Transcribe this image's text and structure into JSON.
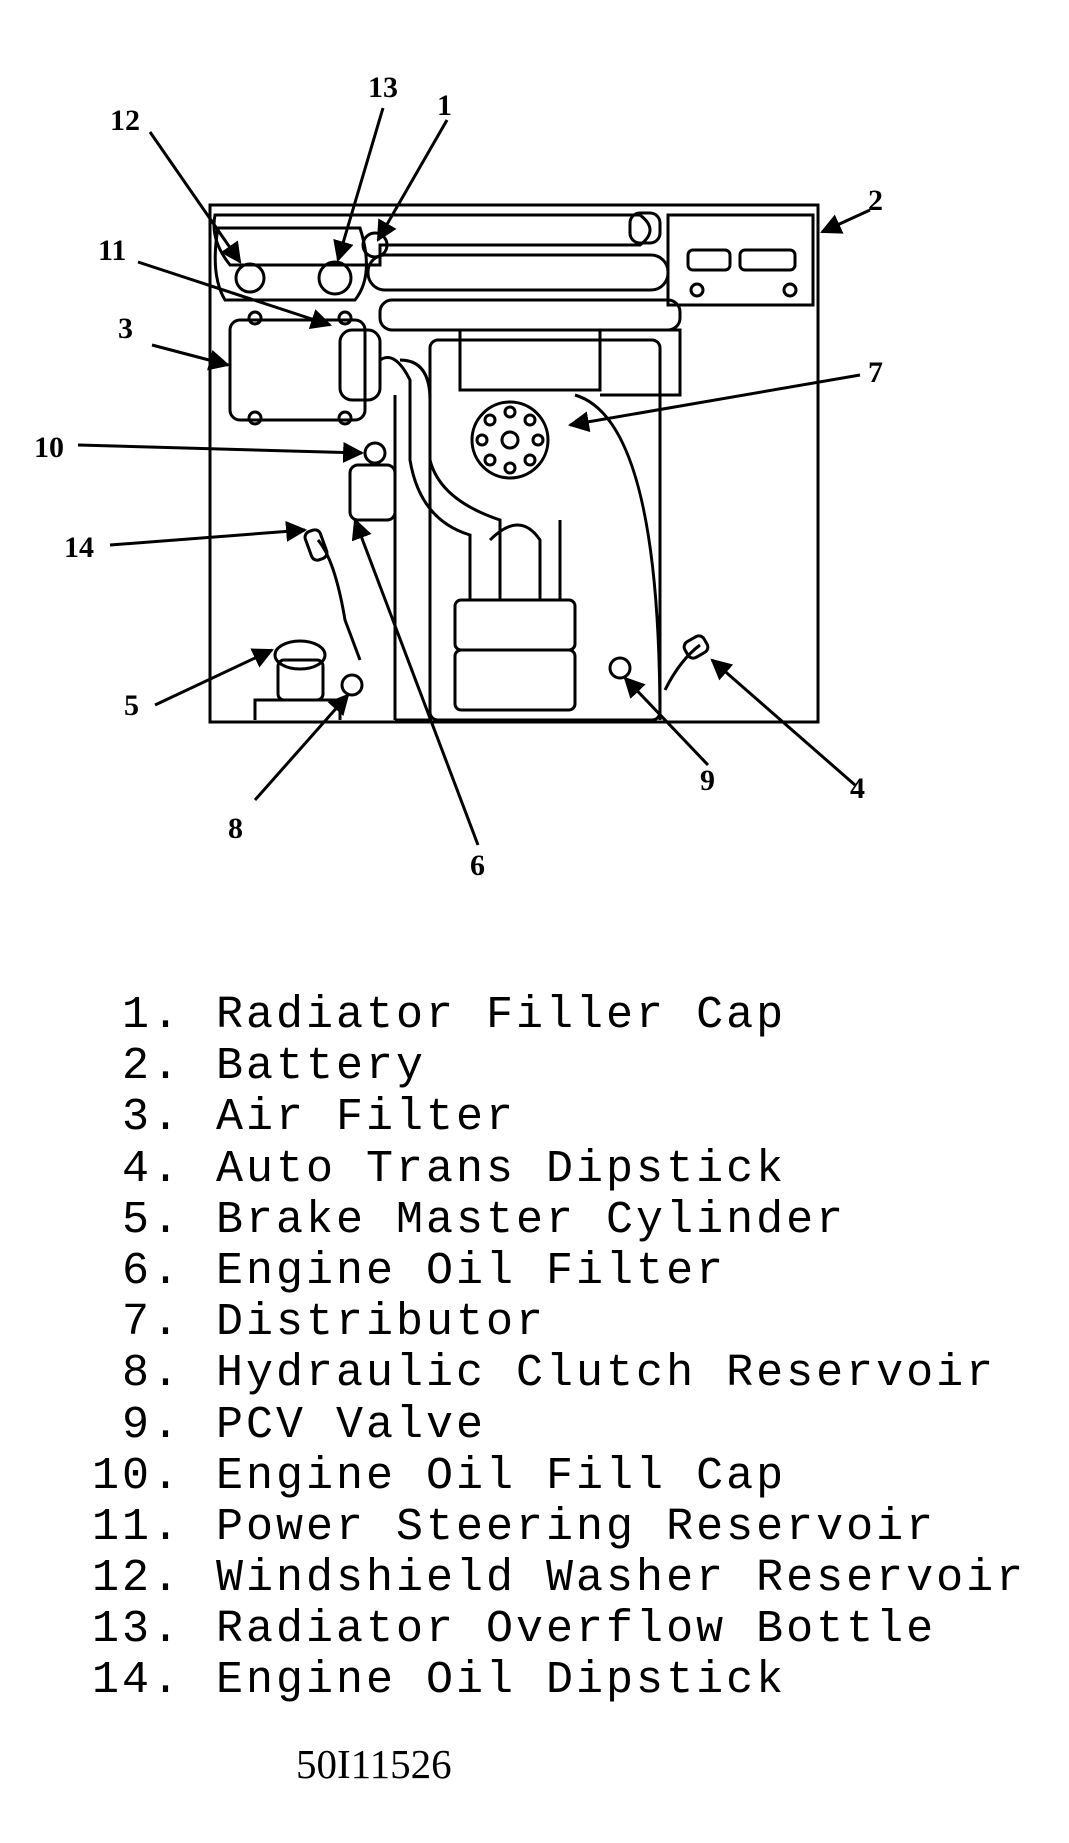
{
  "callouts": [
    "1",
    "2",
    "3",
    "4",
    "5",
    "6",
    "7",
    "8",
    "9",
    "10",
    "11",
    "12",
    "13",
    "14"
  ],
  "legend": [
    {
      "num": "1.",
      "label": "Radiator Filler Cap"
    },
    {
      "num": "2.",
      "label": "Battery"
    },
    {
      "num": "3.",
      "label": "Air Filter"
    },
    {
      "num": "4.",
      "label": "Auto Trans Dipstick"
    },
    {
      "num": "5.",
      "label": "Brake Master Cylinder"
    },
    {
      "num": "6.",
      "label": "Engine Oil Filter"
    },
    {
      "num": "7.",
      "label": "Distributor"
    },
    {
      "num": "8.",
      "label": "Hydraulic Clutch Reservoir"
    },
    {
      "num": "9.",
      "label": "PCV Valve"
    },
    {
      "num": "10.",
      "label": "Engine Oil Fill Cap"
    },
    {
      "num": "11.",
      "label": "Power Steering Reservoir"
    },
    {
      "num": "12.",
      "label": "Windshield Washer Reservoir"
    },
    {
      "num": "13.",
      "label": "Radiator Overflow Bottle"
    },
    {
      "num": "14.",
      "label": "Engine Oil Dipstick"
    }
  ],
  "figure_code": "50I11526",
  "colors": {
    "ink": "#000000",
    "paper": "#ffffff"
  }
}
